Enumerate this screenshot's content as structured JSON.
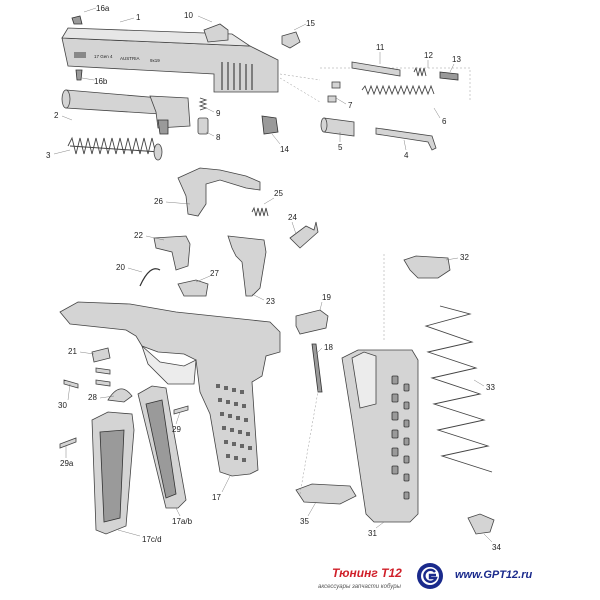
{
  "labels": {
    "p1": "1",
    "p2": "2",
    "p3": "3",
    "p4": "4",
    "p5": "5",
    "p6": "6",
    "p7": "7",
    "p8": "8",
    "p9": "9",
    "p10": "10",
    "p11": "11",
    "p12": "12",
    "p13": "13",
    "p14": "14",
    "p15": "15",
    "p16a": "16a",
    "p16b": "16b",
    "p17": "17",
    "p17ab": "17a/b",
    "p17cd": "17c/d",
    "p18": "18",
    "p19": "19",
    "p20": "20",
    "p21": "21",
    "p22": "22",
    "p23": "23",
    "p24": "24",
    "p25": "25",
    "p26": "26",
    "p27": "27",
    "p28": "28",
    "p29": "29",
    "p29a": "29a",
    "p30": "30",
    "p31": "31",
    "p32": "32",
    "p33": "33",
    "p34": "34",
    "p35": "35"
  },
  "slide_markings": {
    "model": "17 Gen 4",
    "country": "AUSTRIA",
    "caliber": "9x19"
  },
  "brand": {
    "title": "Тюнинг Т12",
    "subtitle": "аксессуары запчасти кобуры",
    "url": "www.GPT12.ru",
    "colors": {
      "title": "#d0202a",
      "url": "#1a2a8c",
      "logo": "#1a2a8c"
    }
  }
}
